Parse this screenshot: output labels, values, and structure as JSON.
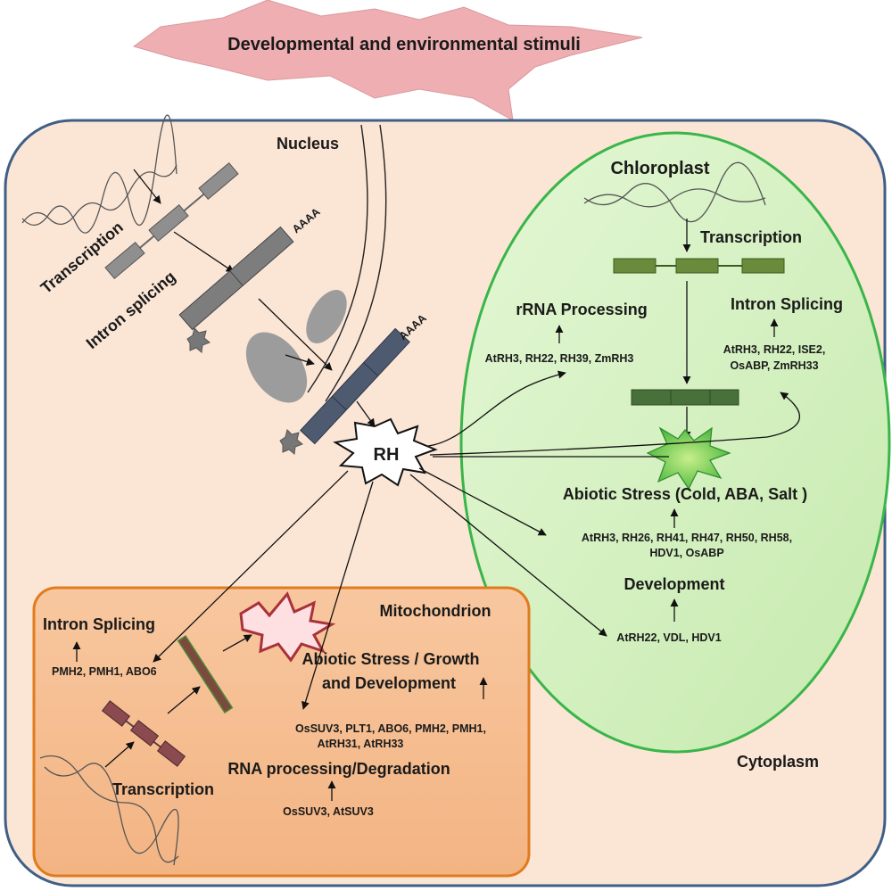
{
  "stimuli": "Developmental and environmental stimuli",
  "nucleus": {
    "label": "Nucleus",
    "transcription": "Transcription",
    "intron_splicing": "Intron splicing",
    "polyA_1": "AAAA",
    "polyA_2": "AAAA"
  },
  "rh_label": "RH",
  "cytoplasm": "Cytoplasm",
  "chloroplast": {
    "label": "Chloroplast",
    "transcription": "Transcription",
    "rrna_processing": {
      "title": "rRNA Processing",
      "genes": "AtRH3,  RH22,  RH39,  ZmRH3"
    },
    "intron_splicing": {
      "title": "Intron Splicing",
      "genes_line1": "AtRH3, RH22,  ISE2,",
      "genes_line2": "OsABP, ZmRH33"
    },
    "abiotic_stress": {
      "title": "Abiotic Stress (Cold, ABA,  Salt )",
      "genes_line1": "AtRH3, RH26,  RH41, RH47, RH50,  RH58,",
      "genes_line2": "HDV1, OsABP"
    },
    "development": {
      "title": "Development",
      "genes": "AtRH22,  VDL, HDV1"
    }
  },
  "mitochondrion": {
    "label": "Mitochondrion",
    "intron_splicing": {
      "title": "Intron Splicing",
      "genes": "PMH2, PMH1, ABO6"
    },
    "abiotic_stress": {
      "title_line1": "Abiotic  Stress / Growth",
      "title_line2": "and Development",
      "genes_line1": "OsSUV3, PLT1, ABO6,  PMH2,  PMH1,",
      "genes_line2": "AtRH31, AtRH33"
    },
    "rna_processing": {
      "title": "RNA processing/Degradation",
      "genes": "OsSUV3, AtSUV3"
    },
    "transcription": "Transcription"
  },
  "colors": {
    "cell_fill": "#fbe6d6",
    "cell_border": "#3f5f86",
    "chloroplast_fill": "#d6f0c2",
    "chloroplast_border": "#3ab54a",
    "mito_fill": "#f6be93",
    "mito_border": "#e07b1e",
    "stimuli_burst": "#eeaeb2"
  }
}
